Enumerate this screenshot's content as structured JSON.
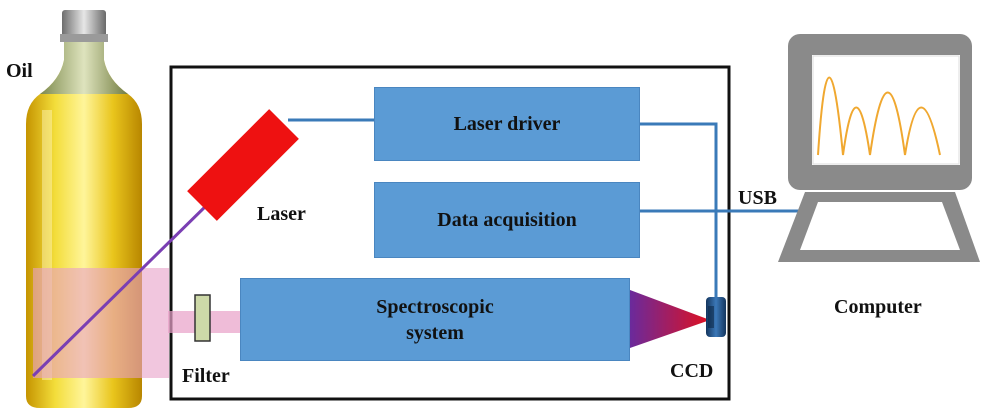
{
  "labels": {
    "oil": "Oil",
    "laser": "Laser",
    "filter": "Filter",
    "ccd": "CCD",
    "usb": "USB",
    "computer": "Computer"
  },
  "boxes": {
    "laser_driver": "Laser driver",
    "data_acquisition": "Data acquisition",
    "spectroscopic_line1": "Spectroscopic",
    "spectroscopic_line2": "system"
  },
  "colors": {
    "module_box": "#5b9bd5",
    "laser": "#ee1111",
    "oil": "#e8c51a",
    "beam": "#7a3fb3",
    "raman_light": "#e8a0c8",
    "computer_body": "#8a8a8a",
    "spectrum_line": "#f0a830"
  },
  "icons": [
    "oil-bottle-icon",
    "laser-icon",
    "filter-icon",
    "ccd-icon",
    "computer-icon"
  ]
}
